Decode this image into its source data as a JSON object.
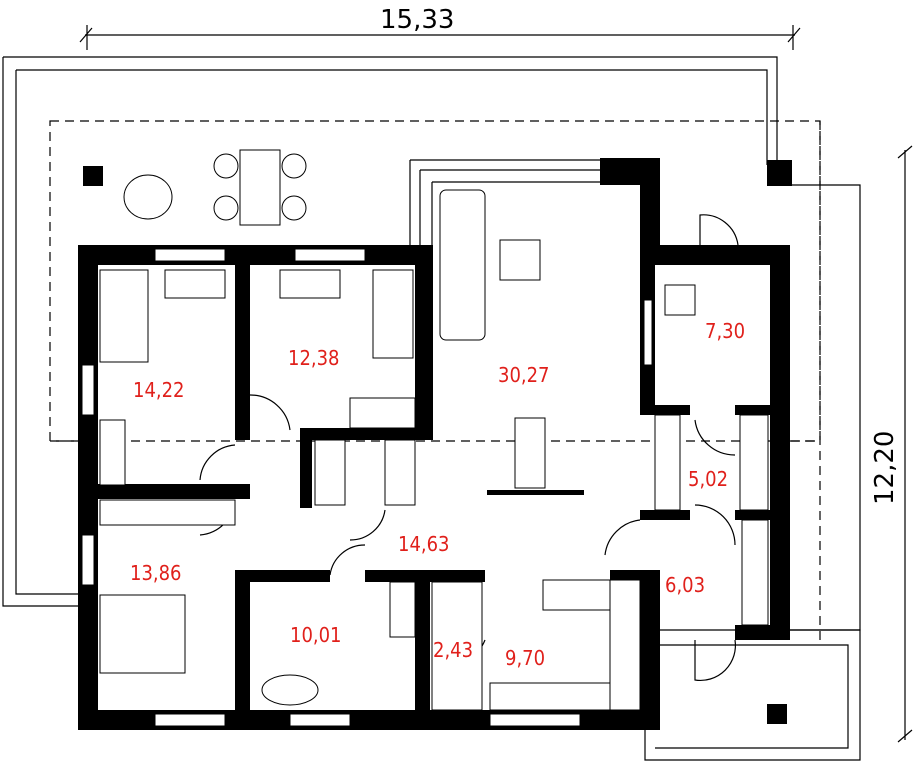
{
  "dimensions": {
    "width": "15,33",
    "depth": "12,20"
  },
  "rooms": [
    {
      "id": "bedroom-1",
      "area": "14,22"
    },
    {
      "id": "bedroom-2",
      "area": "12,38"
    },
    {
      "id": "living-room",
      "area": "30,27"
    },
    {
      "id": "utility-room",
      "area": "7,30"
    },
    {
      "id": "wardrobe",
      "area": "5,02"
    },
    {
      "id": "hall",
      "area": "14,63"
    },
    {
      "id": "master-bedroom",
      "area": "13,86"
    },
    {
      "id": "bathroom",
      "area": "10,01"
    },
    {
      "id": "pantry",
      "area": "2,43"
    },
    {
      "id": "kitchen",
      "area": "9,70"
    },
    {
      "id": "entrance",
      "area": "6,03"
    }
  ],
  "colors": {
    "label": "#e0201b",
    "wall": "#000000"
  }
}
